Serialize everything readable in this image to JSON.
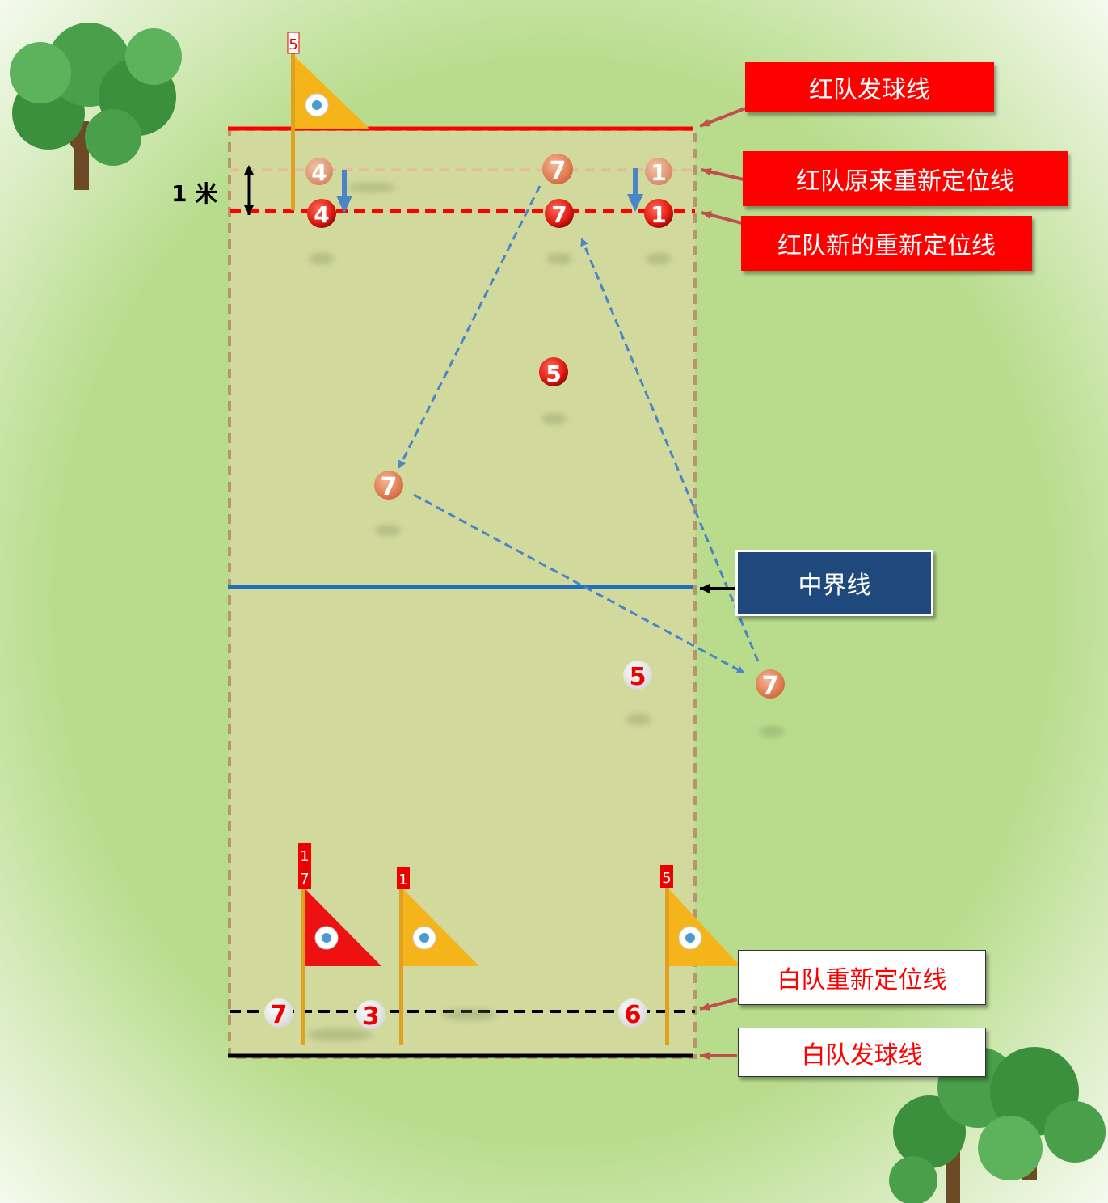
{
  "labels": {
    "red_serve_line": "红队发球线",
    "red_original_reposition_line": "红队原来重新定位线",
    "red_new_reposition_line": "红队新的重新定位线",
    "center_line": "中界线",
    "white_reposition_line": "白队重新定位线",
    "white_serve_line": "白队发球线",
    "distance": "1 米"
  },
  "players": {
    "red_old_4": "4",
    "red_old_7": "7",
    "red_old_1": "1",
    "red_new_4": "4",
    "red_new_7": "7",
    "red_new_1": "1",
    "red_5": "5",
    "moving_7_mid": "7",
    "moving_7_right": "7",
    "white_5": "5",
    "white_7": "7",
    "white_3": "3",
    "white_6": "6"
  },
  "flags": {
    "top_flag": "5",
    "red_flag_top": "1",
    "red_flag_bottom": "7",
    "yellow_flag_mid": "1",
    "yellow_flag_right": "5"
  },
  "colors": {
    "field_green": "#b8dc8c",
    "court": "#d2d99d",
    "red_line": "#ff0000",
    "center_line": "#1f6fba",
    "pass_arrow": "#4a86c5",
    "flag_yellow": "#f4b41a",
    "flag_red": "#ee1111"
  }
}
